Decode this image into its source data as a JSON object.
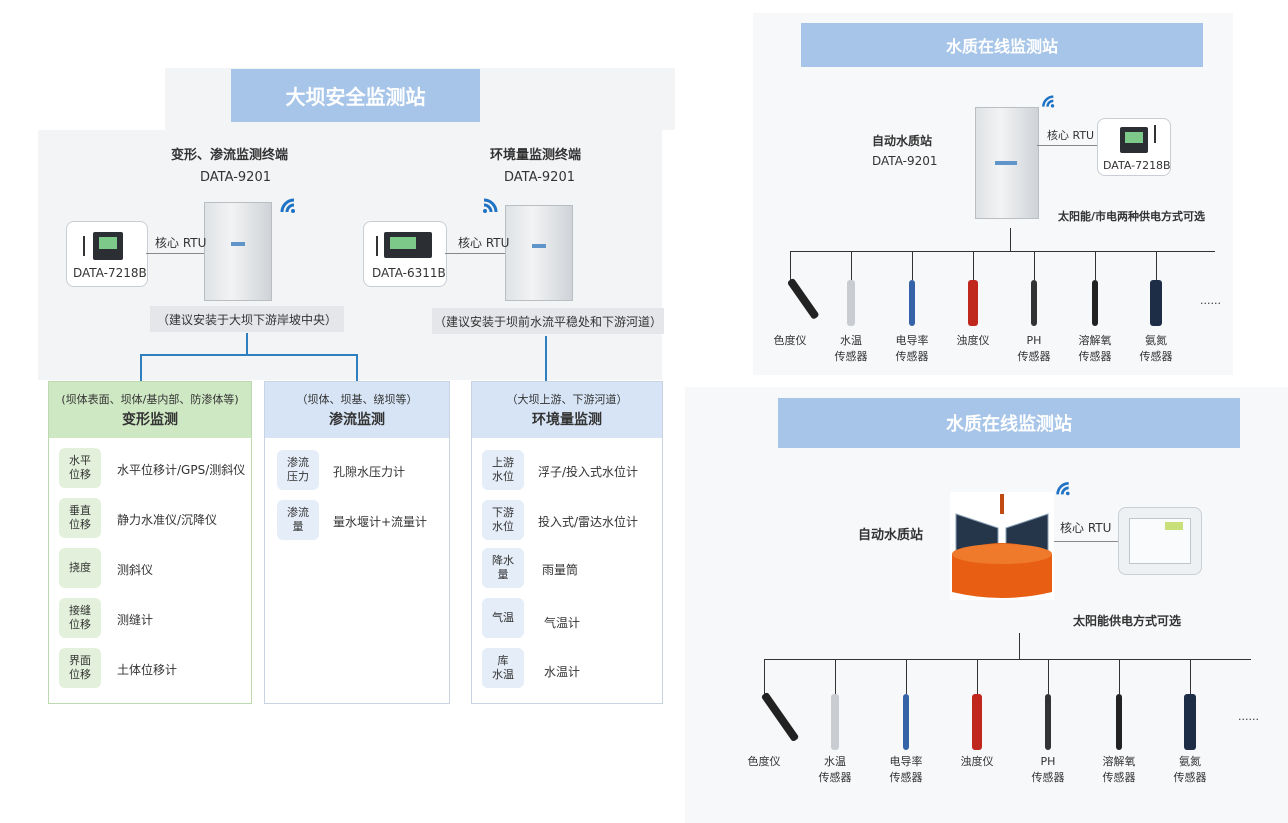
{
  "dam": {
    "title": "大坝安全监测站",
    "left_terminal": {
      "name": "变形、渗流监测终端",
      "model": "DATA-9201",
      "rtu_label": "核心 RTU",
      "device_model": "DATA-7218B",
      "note": "（建议安装于大坝下游岸坡中央）"
    },
    "right_terminal": {
      "name": "环境量监测终端",
      "model": "DATA-9201",
      "rtu_label": "核心 RTU",
      "device_model": "DATA-6311B",
      "note": "（建议安装于坝前水流平稳处和下游河道）"
    },
    "columns": [
      {
        "sub": "(坝体表面、坝体/基内部、防渗体等)",
        "name": "变形监测",
        "rows": [
          {
            "tag": "水平\n位移",
            "text": "水平位移计/GPS/测斜仪"
          },
          {
            "tag": "垂直\n位移",
            "text": "静力水准仪/沉降仪"
          },
          {
            "tag": "挠度",
            "text": "测斜仪"
          },
          {
            "tag": "接缝\n位移",
            "text": "测缝计"
          },
          {
            "tag": "界面\n位移",
            "text": "土体位移计"
          }
        ]
      },
      {
        "sub": "（坝体、坝基、绕坝等）",
        "name": "渗流监测",
        "rows": [
          {
            "tag": "渗流\n压力",
            "text": "孔隙水压力计"
          },
          {
            "tag": "渗流\n量",
            "text": "量水堰计+流量计"
          }
        ]
      },
      {
        "sub": "（大坝上游、下游河道）",
        "name": "环境量监测",
        "rows": [
          {
            "tag": "上游\n水位",
            "text": "浮子/投入式水位计"
          },
          {
            "tag": "下游\n水位",
            "text": "投入式/雷达水位计"
          },
          {
            "tag": "降水\n量",
            "text": "雨量筒"
          },
          {
            "tag": "气温",
            "text": "气温计"
          },
          {
            "tag": "库\n水温",
            "text": "水温计"
          }
        ]
      }
    ]
  },
  "wq_top": {
    "title": "水质在线监测站",
    "station_name": "自动水质站",
    "station_model": "DATA-9201",
    "rtu_label": "核心 RTU",
    "device_model": "DATA-7218B",
    "power": "太阳能/市电两种供电方式可选",
    "sensors": [
      {
        "l1": "色度仪",
        "l2": ""
      },
      {
        "l1": "水温",
        "l2": "传感器"
      },
      {
        "l1": "电导率",
        "l2": "传感器"
      },
      {
        "l1": "浊度仪",
        "l2": ""
      },
      {
        "l1": "PH",
        "l2": "传感器"
      },
      {
        "l1": "溶解氧",
        "l2": "传感器"
      },
      {
        "l1": "氨氮",
        "l2": "传感器"
      }
    ],
    "more": "......"
  },
  "wq_bottom": {
    "title": "水质在线监测站",
    "station_name": "自动水质站",
    "rtu_label": "核心 RTU",
    "power": "太阳能供电方式可选",
    "sensors": [
      {
        "l1": "色度仪",
        "l2": ""
      },
      {
        "l1": "水温",
        "l2": "传感器"
      },
      {
        "l1": "电导率",
        "l2": "传感器"
      },
      {
        "l1": "浊度仪",
        "l2": ""
      },
      {
        "l1": "PH",
        "l2": "传感器"
      },
      {
        "l1": "溶解氧",
        "l2": "传感器"
      },
      {
        "l1": "氨氮",
        "l2": "传感器"
      }
    ],
    "more": "......"
  },
  "colors": {
    "title_bar": "#a7c5e8",
    "line": "#2e7fc0",
    "green": "#cfe8c4",
    "blue": "#d6e4f5"
  }
}
